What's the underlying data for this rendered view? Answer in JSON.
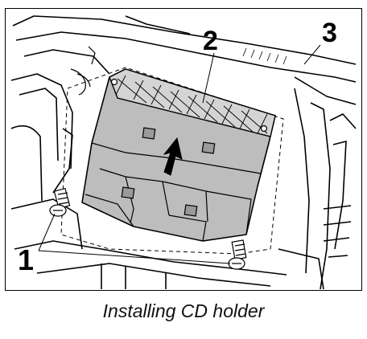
{
  "callouts": [
    {
      "id": "1",
      "label": "1"
    },
    {
      "id": "2",
      "label": "2"
    },
    {
      "id": "3",
      "label": "3"
    }
  ],
  "caption": "Installing CD holder",
  "colors": {
    "line": "#000000",
    "holder_fill": "#bdbdbd",
    "holder_shadow": "#9a9a9a",
    "background": "#ffffff"
  }
}
